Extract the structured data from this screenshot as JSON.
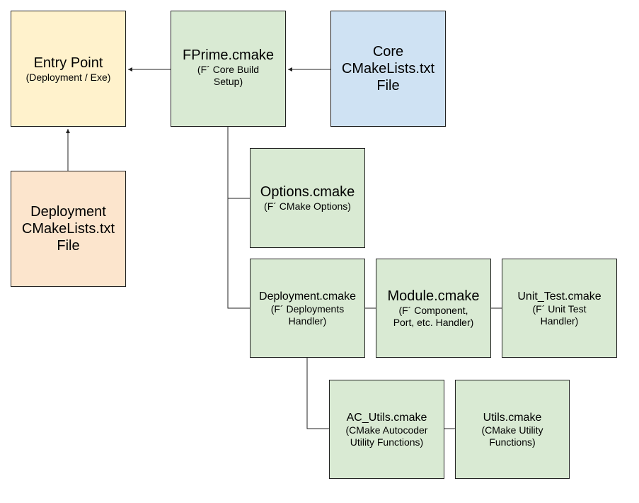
{
  "boxes": {
    "entry": {
      "title": "Entry Point",
      "sub": "(Deployment / Exe)"
    },
    "fprime": {
      "title": "FPrime.cmake",
      "sub": "(F´ Core Build\nSetup)"
    },
    "core": {
      "title": "Core\nCMakeLists.txt\nFile"
    },
    "deployment_file": {
      "title": "Deployment\nCMakeLists.txt\nFile"
    },
    "options": {
      "title": "Options.cmake",
      "sub": "(F´ CMake Options)"
    },
    "deployment_cmake": {
      "title": "Deployment.cmake",
      "sub": "(F´ Deployments\nHandler)"
    },
    "module": {
      "title": "Module.cmake",
      "sub": "(F´ Component,\nPort, etc. Handler)"
    },
    "unit_test": {
      "title": "Unit_Test.cmake",
      "sub": "(F´ Unit Test\nHandler)"
    },
    "ac_utils": {
      "title": "AC_Utils.cmake",
      "sub": "(CMake Autocoder\nUtility Functions)"
    },
    "utils": {
      "title": "Utils.cmake",
      "sub": "(CMake Utility\nFunctions)"
    }
  },
  "colors": {
    "green": "#d9ead3",
    "yellow": "#fff2cc",
    "blue": "#cfe2f3",
    "orange": "#fce5cd",
    "line": "#222222"
  }
}
